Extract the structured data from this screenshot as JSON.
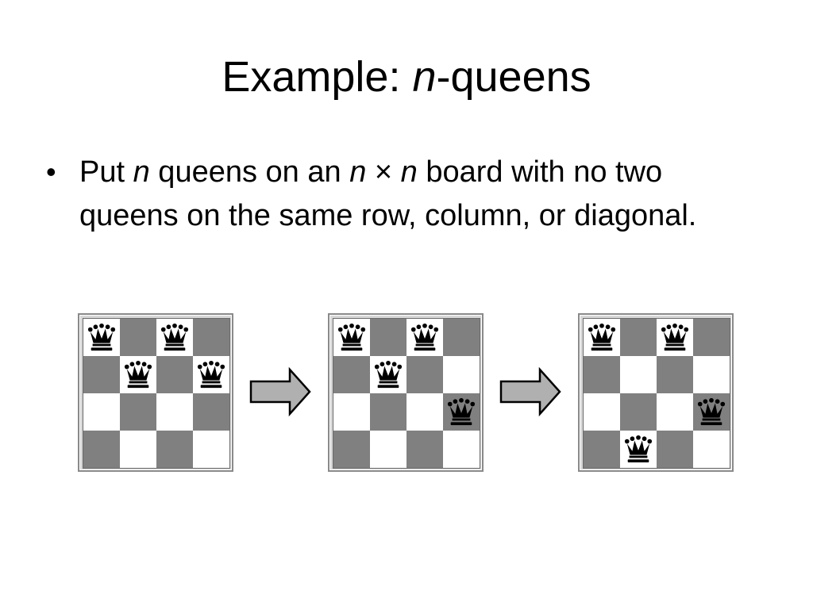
{
  "slide": {
    "title_prefix": "Example: ",
    "title_italic": "n",
    "title_suffix": "-queens",
    "bullet_symbol": "•",
    "bullet": {
      "t1": "Put ",
      "t2": "n",
      "t3": " queens on an ",
      "t4": "n",
      "t5": " × ",
      "t6": "n",
      "t7": " board with no two queens on the same row, column, or diagonal."
    }
  },
  "boards": [
    {
      "queens": [
        [
          0,
          0
        ],
        [
          0,
          2
        ],
        [
          1,
          1
        ],
        [
          1,
          3
        ]
      ]
    },
    {
      "queens": [
        [
          0,
          0
        ],
        [
          0,
          2
        ],
        [
          1,
          1
        ],
        [
          2,
          3
        ]
      ]
    },
    {
      "queens": [
        [
          0,
          0
        ],
        [
          0,
          2
        ],
        [
          2,
          3
        ],
        [
          3,
          1
        ]
      ]
    }
  ],
  "colors": {
    "light_square": "#ffffff",
    "dark_square": "#808080",
    "queen": "#000000",
    "arrow_fill": "#b0b0b0"
  },
  "icons": {
    "queen": "queen-icon",
    "arrow": "right-arrow-icon"
  }
}
